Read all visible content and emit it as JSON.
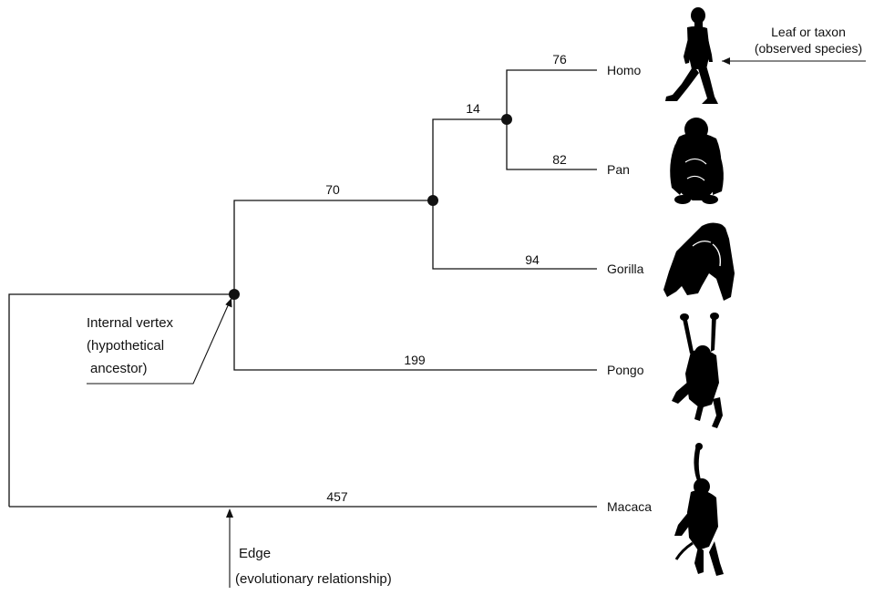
{
  "tree": {
    "edge_lengths": {
      "homo": "76",
      "pan": "82",
      "homo_pan_ancestor": "14",
      "gorilla": "94",
      "african_ape_ancestor": "70",
      "pongo": "199",
      "macaca": "457"
    },
    "leaves": {
      "homo": "Homo",
      "pan": "Pan",
      "gorilla": "Gorilla",
      "pongo": "Pongo",
      "macaca": "Macaca"
    }
  },
  "annotations": {
    "leaf": [
      "Leaf or taxon",
      "(observed species)"
    ],
    "internal_vertex": [
      "Internal vertex",
      "(hypothetical",
      "ancestor)"
    ],
    "edge": [
      "Edge",
      "(evolutionary relationship)"
    ]
  },
  "icons": [
    "human-walking-icon",
    "chimpanzee-sitting-icon",
    "gorilla-icon",
    "orangutan-hanging-icon",
    "macaque-hanging-icon"
  ],
  "colors": {
    "line": "#111111",
    "silhouette": "#000000",
    "background": "#ffffff"
  }
}
